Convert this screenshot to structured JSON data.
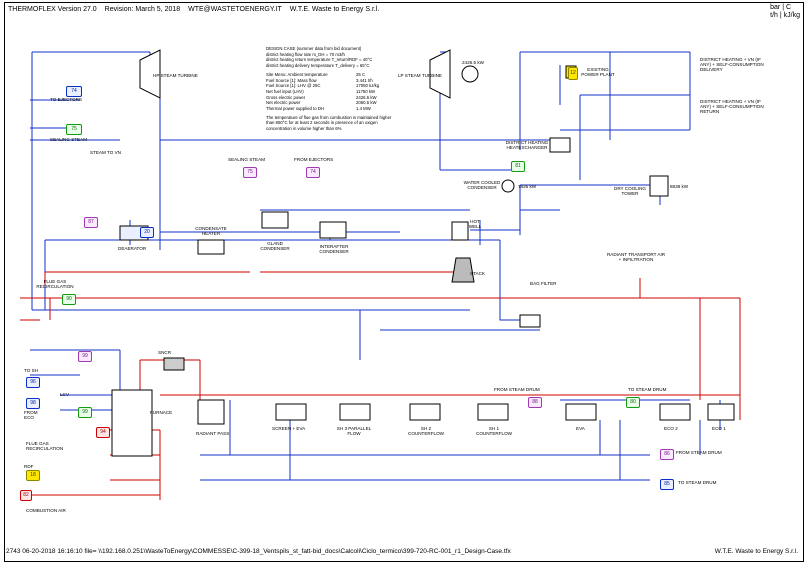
{
  "header": {
    "app": "THERMOFLEX Version 27.0",
    "revision": "Revision: March 5, 2018",
    "email": "WTE@WASTETOENERGY.IT",
    "company": "W.T.E. Waste to Energy S.r.l."
  },
  "units": {
    "pressure": "bar",
    "temperature": "C",
    "flow": "t/h",
    "enthalpy": "kJ/kg"
  },
  "notes": {
    "title": "DESIGN CASE (summer data from bid document)",
    "lines": [
      "district heating flow rate m_DH = 70 m3/h",
      "district heating return temperature T_return/RDF = 40°C",
      "district heating delivery temperature T_delivery = 65°C"
    ],
    "rows": [
      {
        "k": "Site Menu: Ambient temperature",
        "v": "25 C"
      },
      {
        "k": "Fuel Source [1]:  Mass flow",
        "v": "3.441 t/h"
      },
      {
        "k": "Fuel Source [1]:  LHV @ 25C",
        "v": "17050 kJ/kg"
      },
      {
        "k": "Net fuel input (LHV)",
        "v": "11750 kW"
      },
      {
        "k": "Gross electric power",
        "v": "2426.5 kW"
      },
      {
        "k": "Net electric power",
        "v": "2060.5 kW"
      },
      {
        "k": "Thermal power supplied to DH",
        "v": "1.4 MW"
      }
    ],
    "footnote": [
      "The temperature of flue gas from combustion is maintained higher",
      "than 850°C for at least 2 seconds in presence of an oxigen",
      "concentration in volume higher than 6%"
    ]
  },
  "labels": {
    "hp_turbine": "HP STEAM TURBINE",
    "lp_turbine": "LP STEAM TURBINE",
    "generator": "2426.5 kW",
    "existing_plant": "EXISTING POWER PLANT",
    "dh_delivery": "DISTRICT HEATING + VN (IF ANY) + SELF-CONSUMPTION DELIVERY",
    "dh_return": "DISTRICT HEATING + VN (IF ANY) + SELF-CONSUMPTION RETURN",
    "dh_hex": "DISTRICT HEATING HEATEXCHANGER",
    "wc_condenser": "WATER COOLED CONDENSER",
    "wc_power": "7826 kW",
    "dry_tower": "DRY COOLING TOWER",
    "dry_power": "8838 kW",
    "to_ejectors": "TO EJECTORS",
    "sealing_steam": "SEALING STEAM",
    "steam_to_vn": "STEAM TO VN",
    "sealing_steam2": "SEALING STEAM",
    "from_ejectors": "FROM EJECTORS",
    "deaerator": "DEAERATOR",
    "cond_heater": "CONDENSATE HEATER",
    "gland_cond": "GLAND CONDENSER",
    "inter_cond": "INTERAFTER CONDENSER",
    "hot_well": "HOT WELL",
    "stack": "STACK",
    "bag_filter": "BAG FILTER",
    "radiant_air": "RADIANT TRANSPORT AIR + INFILTRATION",
    "flue_recirc": "FLUE GAS RECIRCULATION",
    "sncr": "SNCR",
    "to_sh": "TO SH",
    "from_eco": "FROM ECO",
    "lcv": "LCV",
    "furnace": "FURNACE",
    "flue_recirc2": "FLUE GAS RECIRCULATION",
    "rdf": "RDF",
    "comb_air": "COMBUSTION AIR",
    "radiant_pass": "RADIANT PASS",
    "screen_eva": "SCREEN + EVA",
    "sh3": "SH 3 PARALLEL FLOW",
    "sh2": "SH 2 COUNTERFLOW",
    "sh1": "SH 1 COUNTERFLOW",
    "from_drum1": "FROM STEAM DRUM",
    "eva": "EVA",
    "to_drum1": "TO STEAM DRUM",
    "eco2": "ECO 2",
    "eco1": "ECO 1",
    "from_drum2": "FROM STEAM DRUM",
    "to_drum2": "TO STEAM DRUM"
  },
  "tags": {
    "t74a": "74",
    "t75a": "75",
    "t75b": "75",
    "t74b": "74",
    "t87": "87",
    "t81": "81",
    "t90": "90",
    "t99": "99",
    "t96": "96",
    "t98": "98",
    "t99b": "99",
    "t94": "94",
    "t18": "18",
    "t88": "88",
    "t80": "80",
    "t86": "86",
    "t12": "12",
    "t85": "85",
    "t82": "82",
    "t20": "20"
  },
  "footer": {
    "left": "2743 06-20-2018 16:16:10  file= \\\\192.168.0.251\\WasteToEnergy\\COMMESSE\\C-399-18_Ventspils_st_fatt-bid_docs\\Calcoli\\Ciclo_termico\\399-720-RC-001_r1_Design-Case.tfx",
    "right": "W.T.E. Waste to Energy S.r.l."
  }
}
